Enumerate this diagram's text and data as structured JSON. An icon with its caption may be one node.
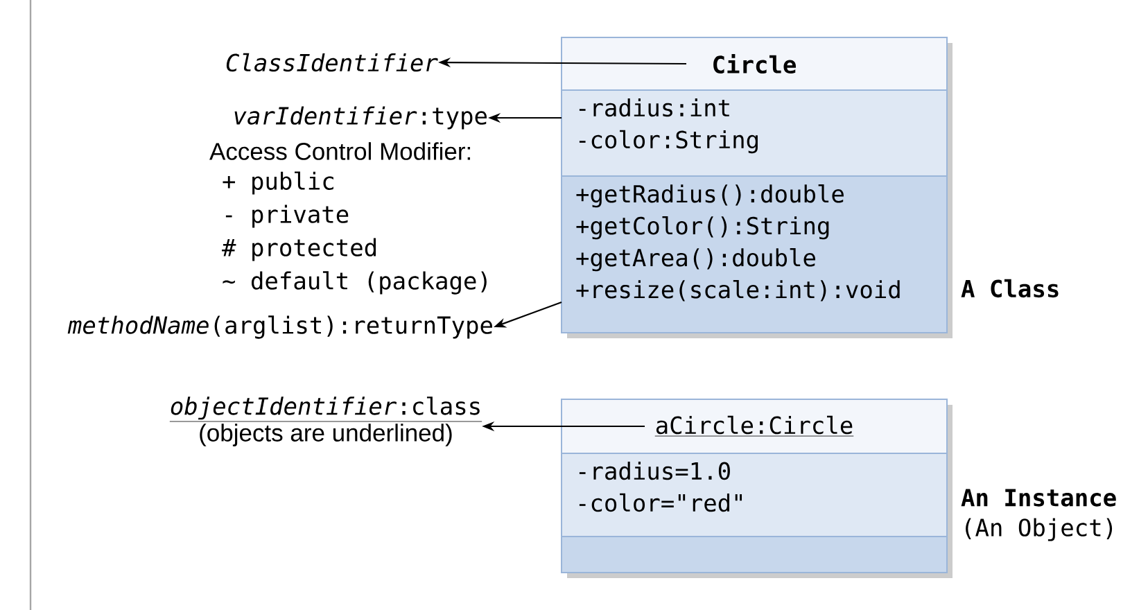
{
  "diagram": {
    "nodes": [
      {
        "text": [
          "Circle"
        ]
      },
      {
        "text": [
          "-radius:int",
          "-color:String"
        ]
      },
      {
        "text": [
          "+getRadius():double",
          "+getColor():String",
          "+getArea():double",
          "+resize(scale:int):void"
        ],
        "beside": [
          "A Class"
        ]
      },
      {
        "text": [
          "ClassIdentifier"
        ]
      },
      {
        "text": [
          "*varIdentifier*:type"
        ]
      },
      {
        "text": [
          "*methodName*(arglist):returnType"
        ]
      },
      {
        "text": [
          "aCircle:Circle"
        ]
      },
      {
        "text": [
          "-radius=1.0",
          "-color=\"red\""
        ],
        "beside": [
          "An Instance",
          "(An Object)"
        ]
      },
      {
        "text": [],
        "shape": "box"
      },
      {
        "text": [
          "*objectIdentifier*:class",
          "(objects are underlined)"
        ]
      }
    ],
    "edges": [
      {
        "from": 0,
        "to": 3,
        "arrow": "to"
      },
      {
        "from": 1,
        "to": 4,
        "arrow": "to"
      },
      {
        "from": 2,
        "to": 5,
        "arrow": "to"
      },
      {
        "from": 6,
        "to": 9,
        "arrow": "to"
      }
    ],
    "labels": [
      "Access Control Modifier:",
      "+ public",
      "- private",
      "# protected",
      "~ default (package)"
    ]
  }
}
